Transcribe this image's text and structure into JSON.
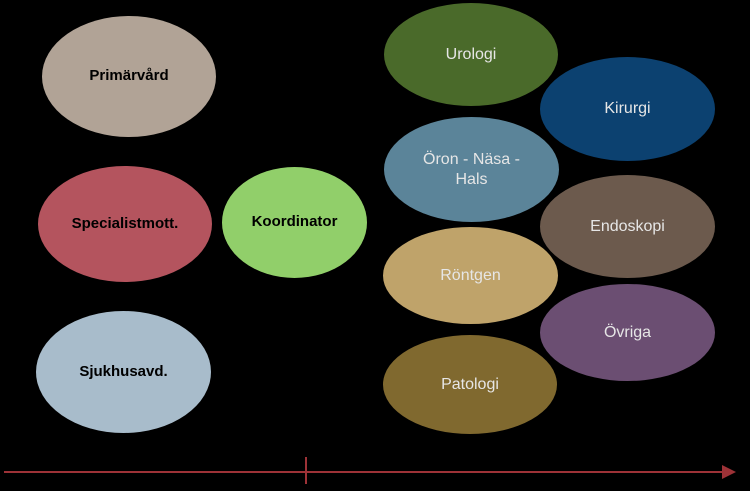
{
  "nodes": {
    "primarvard": {
      "label": "Primärvård",
      "color": "#b1a396"
    },
    "specialist": {
      "label": "Specialistmott.",
      "color": "#b4545e"
    },
    "sjukhus": {
      "label": "Sjukhusavd.",
      "color": "#a8bccb"
    },
    "koordinator": {
      "label": "Koordinator",
      "color": "#91cf6a"
    },
    "urologi": {
      "label": "Urologi",
      "color": "#4a6a2a"
    },
    "kirurgi": {
      "label": "Kirurgi",
      "color": "#0c4170"
    },
    "oron": {
      "label": "Öron - Näsa - Hals",
      "color": "#5b8499"
    },
    "endoskopi": {
      "label": "Endoskopi",
      "color": "#6c5a4d"
    },
    "rontgen": {
      "label": "Röntgen",
      "color": "#bfa36a"
    },
    "ovriga": {
      "label": "Övriga",
      "color": "#6b4e72"
    },
    "patologi": {
      "label": "Patologi",
      "color": "#80692f"
    }
  },
  "timeline": {
    "color": "#9d3237"
  }
}
